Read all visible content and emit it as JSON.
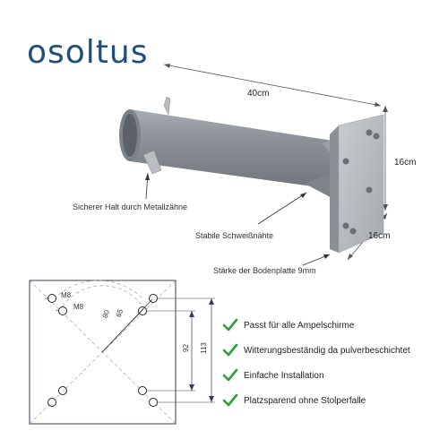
{
  "brand": {
    "logo_text": "osoltus",
    "logo_color": "#1f4f7a"
  },
  "product": {
    "dimensions": {
      "length": "40cm",
      "height": "16cm",
      "width": "16cm"
    },
    "callouts": {
      "teeth": "Sicherer Halt durch Metallzähne",
      "welds": "Stabile Schweißnähte",
      "plate": "Stärke der Bodenplatte 9mm"
    }
  },
  "plate_drawing": {
    "bolt_labels": [
      "M8",
      "M8"
    ],
    "dimensions": [
      "80",
      "65",
      "92",
      "113"
    ]
  },
  "features": [
    {
      "text": "Passt für alle Ampelschirme"
    },
    {
      "text": "Witterungsbeständig da pulverbeschichtet"
    },
    {
      "text": "Einfache Installation"
    },
    {
      "text": "Platzsparend ohne Stolperfalle"
    }
  ],
  "colors": {
    "check_green": "#2e9e3a",
    "steel": "#8f959b"
  }
}
